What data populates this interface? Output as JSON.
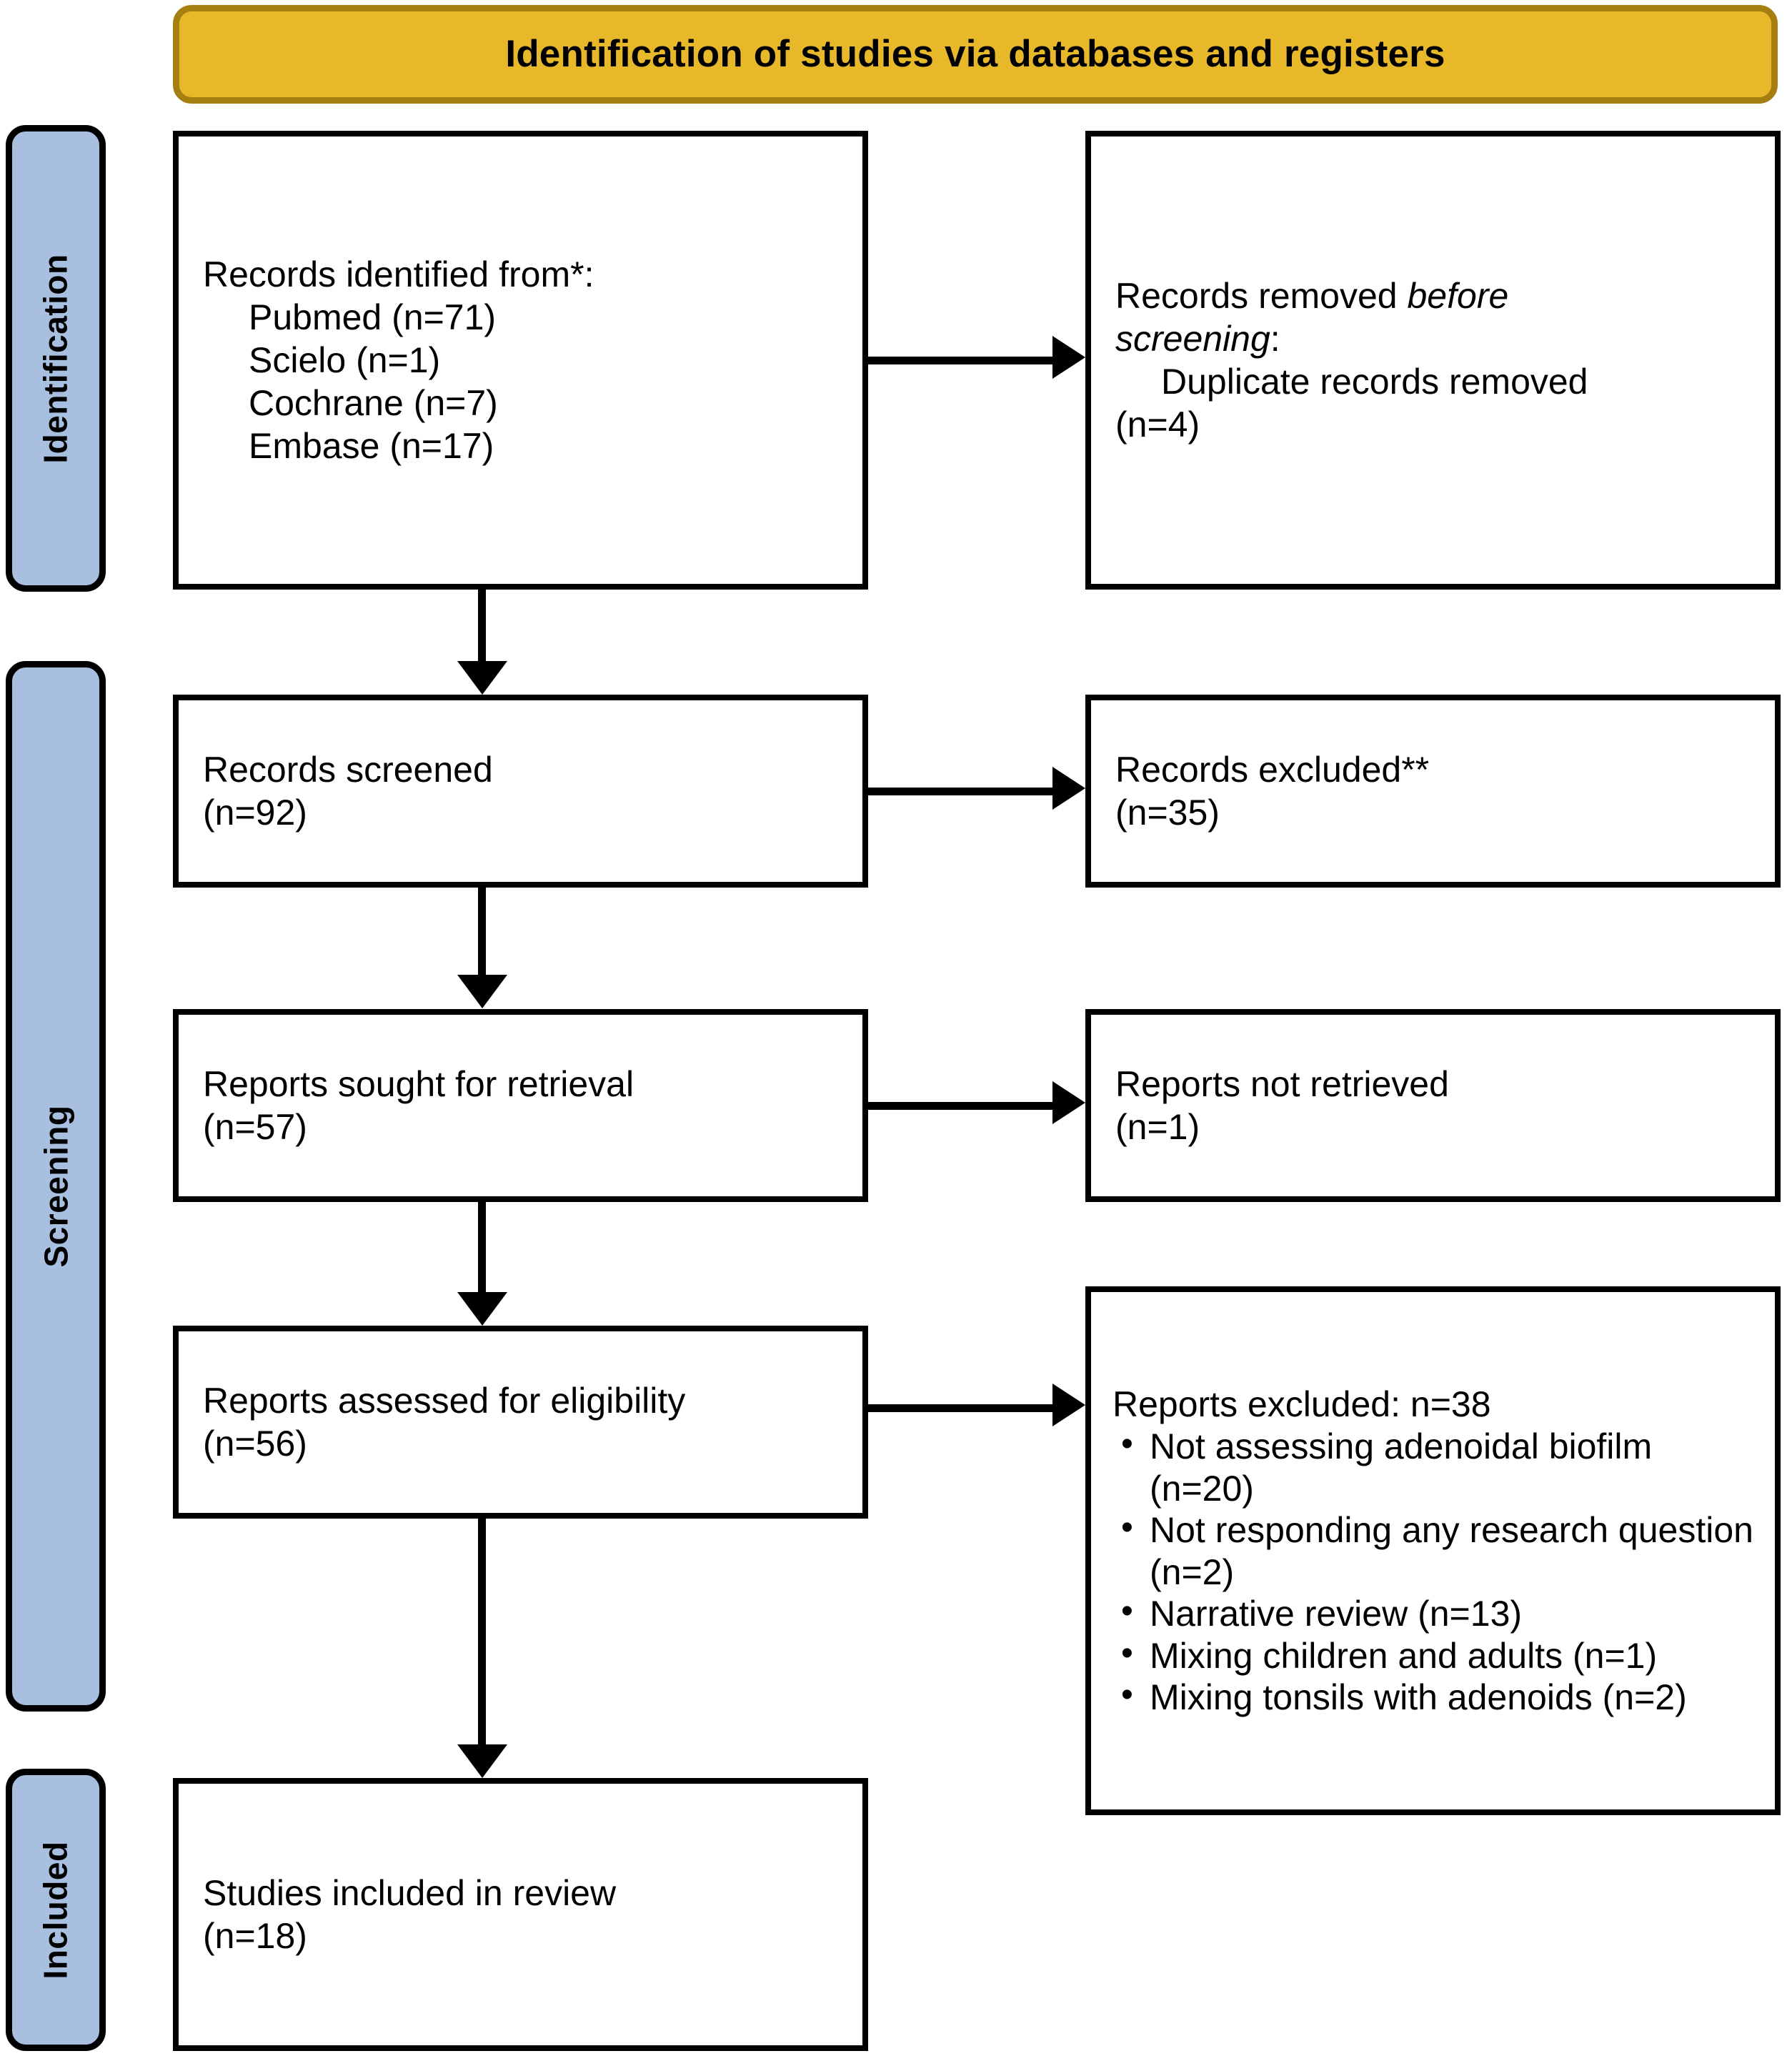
{
  "header": {
    "title": "Identification of studies via databases and registers"
  },
  "colors": {
    "banner_fill": "#E8B82B",
    "banner_border": "#A67F11",
    "stage_fill": "#A8BFE0",
    "stage_border": "#000000",
    "box_border": "#000000",
    "box_fill": "#FFFFFF",
    "connector": "#000000"
  },
  "stages": [
    {
      "id": "identification",
      "label": "Identification"
    },
    {
      "id": "screening",
      "label": "Screening"
    },
    {
      "id": "included",
      "label": "Included"
    }
  ],
  "boxes": {
    "identified": {
      "title": "Records identified from*:",
      "sources": [
        "Pubmed (n=71)",
        "Scielo (n=1)",
        "Cochrane (n=7)",
        "Embase (n=17)"
      ]
    },
    "removed": {
      "line1_prefix": "Records removed ",
      "line1_italic": "before",
      "line2_italic": "screening",
      "line2_suffix": ":",
      "detail": "Duplicate records removed",
      "detail_count": "(n=4)"
    },
    "screened": {
      "label": "Records screened",
      "count": "(n=92)"
    },
    "excluded_records": {
      "label": "Records excluded**",
      "count": "(n=35)"
    },
    "sought": {
      "label": "Reports sought for retrieval",
      "count": "(n=57)"
    },
    "not_retrieved": {
      "label": "Reports not retrieved",
      "count": "(n=1)"
    },
    "assessed": {
      "label": "Reports assessed for eligibility",
      "count": "(n=56)"
    },
    "reports_excluded": {
      "heading": "Reports excluded: n=38",
      "reasons": [
        "Not assessing adenoidal biofilm (n=20)",
        "Not responding any research question (n=2)",
        "Narrative review (n=13)",
        "Mixing children and adults (n=1)",
        "Mixing tonsils with adenoids (n=2)"
      ]
    },
    "included": {
      "label": "Studies included in review",
      "count": "(n=18)"
    }
  }
}
